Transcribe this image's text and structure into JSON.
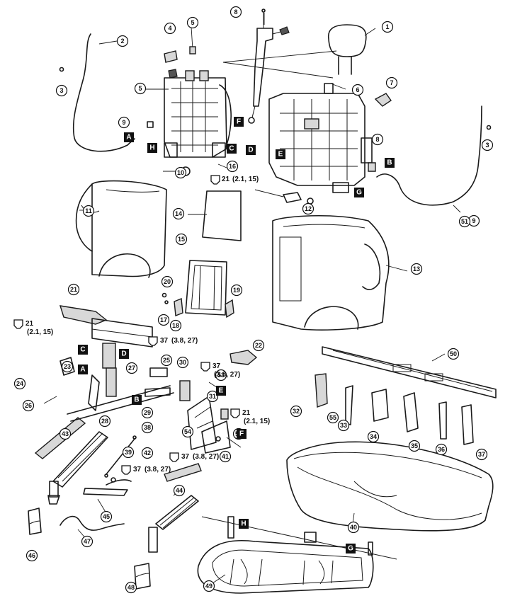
{
  "callouts": [
    {
      "id": "c1",
      "label": "1"
    },
    {
      "id": "c2",
      "label": "2"
    },
    {
      "id": "c3a",
      "label": "3"
    },
    {
      "id": "c3b",
      "label": "3"
    },
    {
      "id": "c4",
      "label": "4"
    },
    {
      "id": "c5a",
      "label": "5"
    },
    {
      "id": "c5b",
      "label": "5"
    },
    {
      "id": "c6",
      "label": "6"
    },
    {
      "id": "c7",
      "label": "7"
    },
    {
      "id": "c8a",
      "label": "8"
    },
    {
      "id": "c8b",
      "label": "8"
    },
    {
      "id": "c9a",
      "label": "9"
    },
    {
      "id": "c9b",
      "label": "9"
    },
    {
      "id": "c10",
      "label": "10"
    },
    {
      "id": "c11",
      "label": "11"
    },
    {
      "id": "c12",
      "label": "12"
    },
    {
      "id": "c13",
      "label": "13"
    },
    {
      "id": "c14",
      "label": "14"
    },
    {
      "id": "c15",
      "label": "15"
    },
    {
      "id": "c16",
      "label": "16"
    },
    {
      "id": "c17",
      "label": "17"
    },
    {
      "id": "c18",
      "label": "18"
    },
    {
      "id": "c19",
      "label": "19"
    },
    {
      "id": "c20",
      "label": "20"
    },
    {
      "id": "c21",
      "label": "21"
    },
    {
      "id": "c22",
      "label": "22"
    },
    {
      "id": "c23",
      "label": "23"
    },
    {
      "id": "c24",
      "label": "24"
    },
    {
      "id": "c25",
      "label": "25"
    },
    {
      "id": "c26",
      "label": "26"
    },
    {
      "id": "c27",
      "label": "27"
    },
    {
      "id": "c28",
      "label": "28"
    },
    {
      "id": "c29",
      "label": "29"
    },
    {
      "id": "c30",
      "label": "30"
    },
    {
      "id": "c31",
      "label": "31"
    },
    {
      "id": "c32",
      "label": "32"
    },
    {
      "id": "c33",
      "label": "33"
    },
    {
      "id": "c34",
      "label": "34"
    },
    {
      "id": "c35",
      "label": "35"
    },
    {
      "id": "c36",
      "label": "36"
    },
    {
      "id": "c37",
      "label": "37"
    },
    {
      "id": "c38",
      "label": "38"
    },
    {
      "id": "c39",
      "label": "39"
    },
    {
      "id": "c40",
      "label": "40"
    },
    {
      "id": "c41",
      "label": "41"
    },
    {
      "id": "c42",
      "label": "42"
    },
    {
      "id": "c43",
      "label": "43"
    },
    {
      "id": "c44",
      "label": "44"
    },
    {
      "id": "c45",
      "label": "45"
    },
    {
      "id": "c46",
      "label": "46"
    },
    {
      "id": "c47",
      "label": "47"
    },
    {
      "id": "c48",
      "label": "48"
    },
    {
      "id": "c49",
      "label": "49"
    },
    {
      "id": "c50",
      "label": "50"
    },
    {
      "id": "c51",
      "label": "51"
    },
    {
      "id": "c52",
      "label": "52"
    },
    {
      "id": "c53",
      "label": "53"
    },
    {
      "id": "c54",
      "label": "54"
    },
    {
      "id": "c55",
      "label": "55"
    }
  ],
  "reference_markers": {
    "A": "A",
    "B": "B",
    "C": "C",
    "D": "D",
    "E": "E",
    "F": "F",
    "G": "G",
    "H": "H"
  },
  "torque_specs": {
    "t21_a": {
      "value": "21",
      "range": "(2.1, 15)"
    },
    "t21_b": {
      "value": "21",
      "range": "(2.1, 15)"
    },
    "t21_c": {
      "value": "21",
      "range": "(2.1, 15)"
    },
    "t37_a": {
      "value": "37",
      "range": "(3.8, 27)"
    },
    "t37_b": {
      "value": "37",
      "range": "(3.8, 27)"
    },
    "t37_c": {
      "value": "37",
      "range": "(3.8, 27)"
    },
    "t37_d": {
      "value": "37",
      "range": "(3.8, 27)"
    }
  }
}
